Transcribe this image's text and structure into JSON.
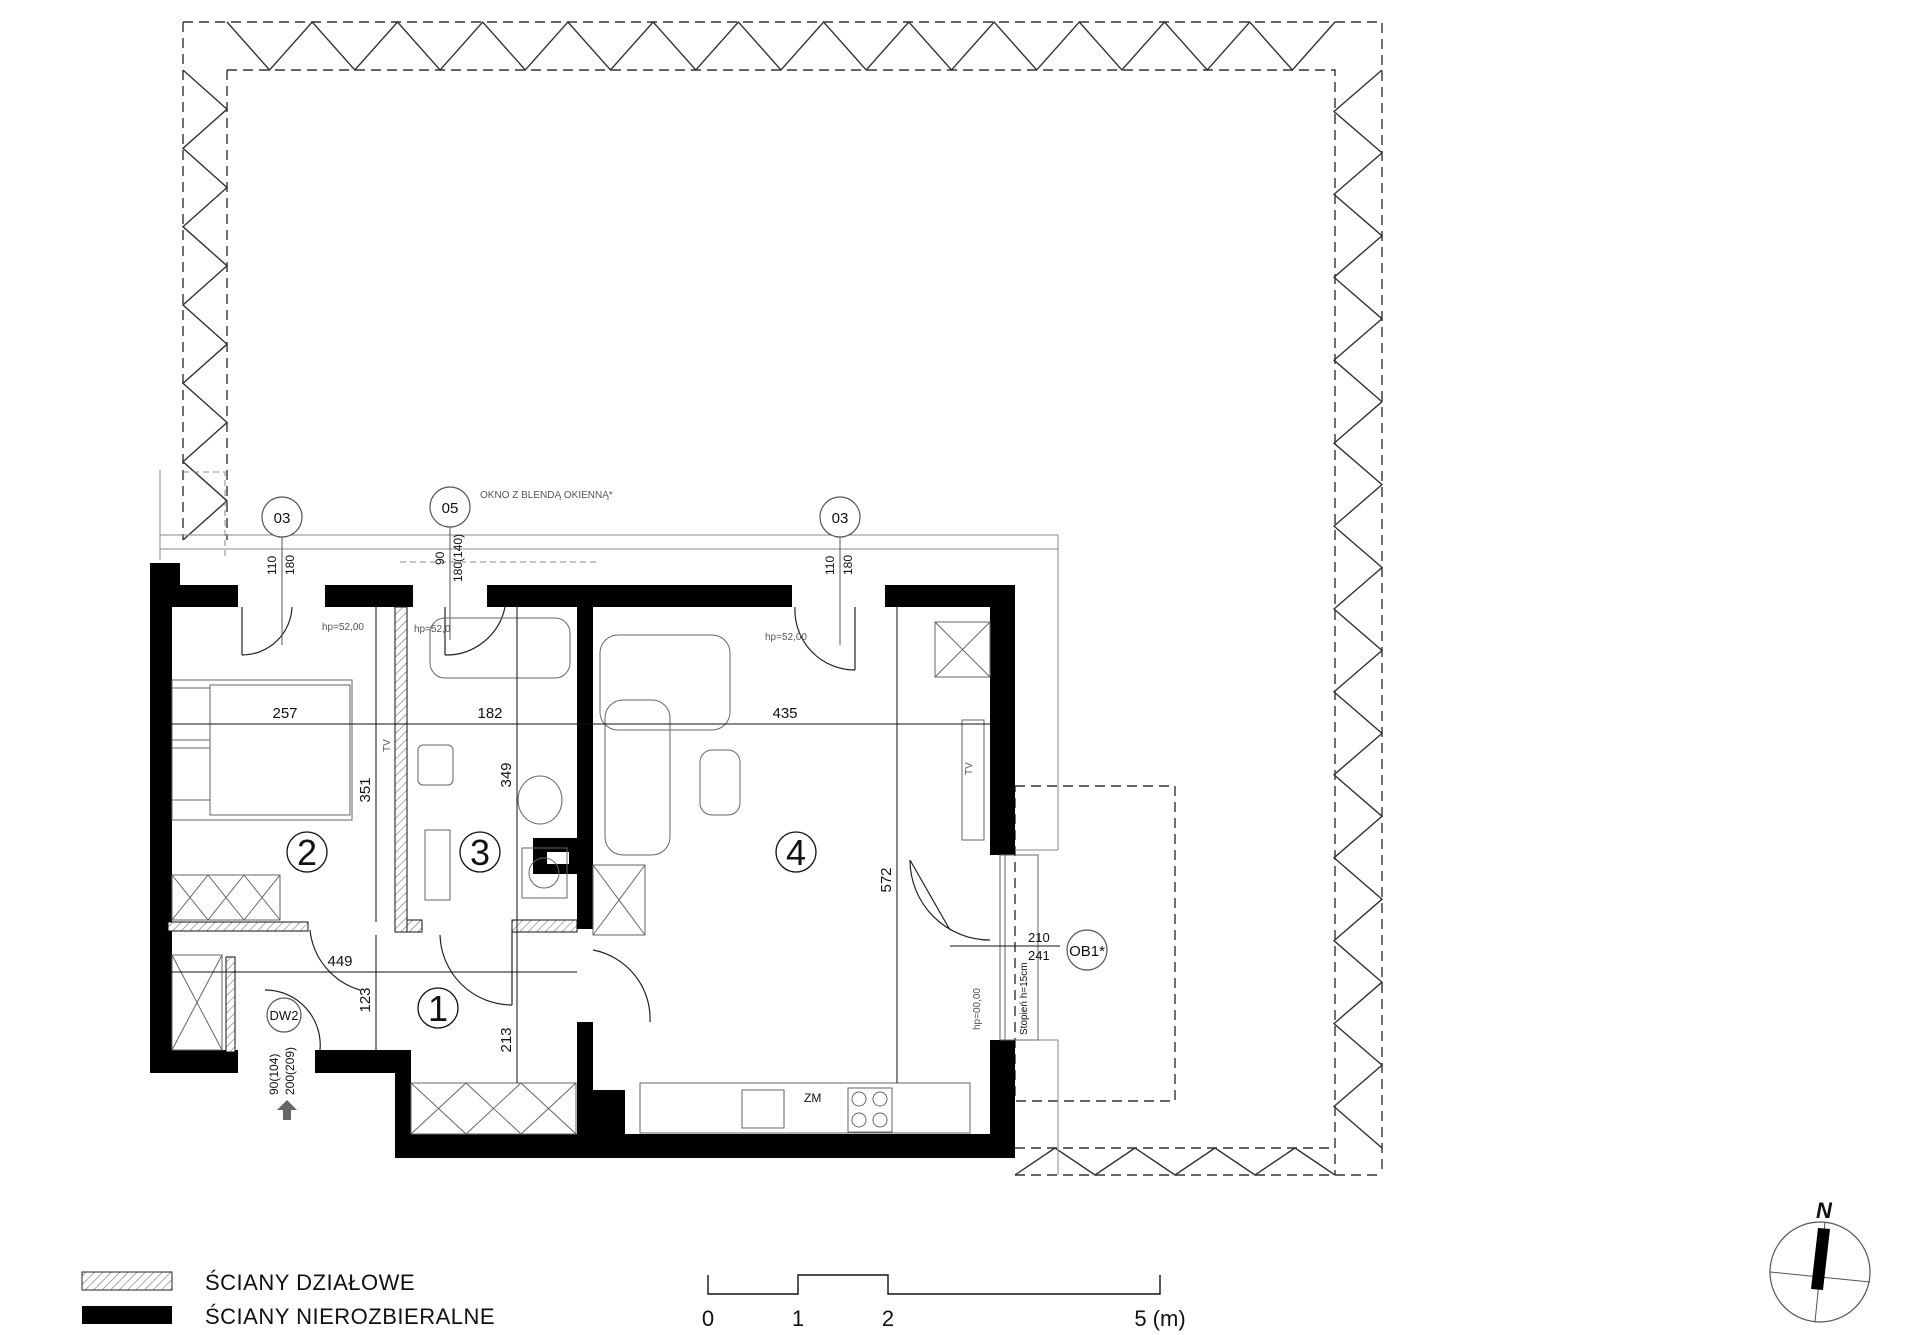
{
  "rooms": [
    "1",
    "2",
    "3",
    "4"
  ],
  "dimensions": {
    "w1": "257",
    "w2": "182",
    "w3": "435",
    "h1": "351",
    "h2": "349",
    "h3": "572",
    "corr_w": "449",
    "corr_h1": "123",
    "corr_h2": "213"
  },
  "windows": [
    {
      "tag": "03",
      "top": "110",
      "bottom": "180"
    },
    {
      "tag": "05",
      "top": "90",
      "bottom": "180(140)"
    },
    {
      "tag": "03",
      "top": "110",
      "bottom": "180"
    }
  ],
  "window_note": "OKNO Z BLENDĄ OKIENNĄ*",
  "hp_labels": [
    "hp=52,00",
    "hp=52,0",
    "hp=52,00",
    "hp=00,00"
  ],
  "door_entry": {
    "tag": "DW2",
    "w": "90(104)",
    "h": "200(209)"
  },
  "balcony_door": {
    "tag": "OB1*",
    "w": "210",
    "h": "241"
  },
  "step_note": "Stopień h=15cm",
  "fixtures": {
    "tv1": "TV",
    "tv2": "TV",
    "fridge": "ZM"
  },
  "legend": {
    "partition": "ŚCIANY DZIAŁOWE",
    "structural": "ŚCIANY NIEROZBIERALNE"
  },
  "scale": {
    "labels": [
      "0",
      "1",
      "2",
      "5 (m)"
    ]
  },
  "north": "N"
}
